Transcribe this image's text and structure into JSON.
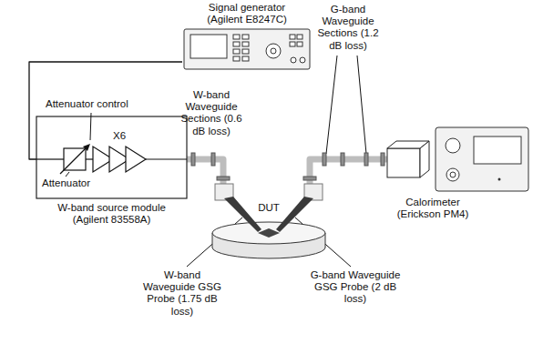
{
  "diagram": {
    "nodes": [
      {
        "text": [
          "Signal generator (Agilent E8247C)"
        ]
      },
      {
        "text": [
          "W-band source module (Agilent 83558A)"
        ]
      },
      {
        "text": [
          "DUT"
        ]
      },
      {
        "text": [
          "Calorimeter (Erickson PM4)"
        ]
      }
    ],
    "edges": [
      {
        "from": 0,
        "to": 1,
        "arrow": "none"
      },
      {
        "from": 1,
        "to": 2,
        "arrow": "none"
      },
      {
        "from": 2,
        "to": 3,
        "arrow": "none"
      }
    ],
    "labels": [
      "G-band Waveguide Sections (1.2 dB loss)",
      "W-band Waveguide Sections (0.6 dB loss)",
      "Attenuator control",
      "X6",
      "Attenuator",
      "W-band Waveguide GSG Probe (1.75 dB loss)",
      "G-band Waveguide GSG Probe (2 dB loss)"
    ]
  }
}
